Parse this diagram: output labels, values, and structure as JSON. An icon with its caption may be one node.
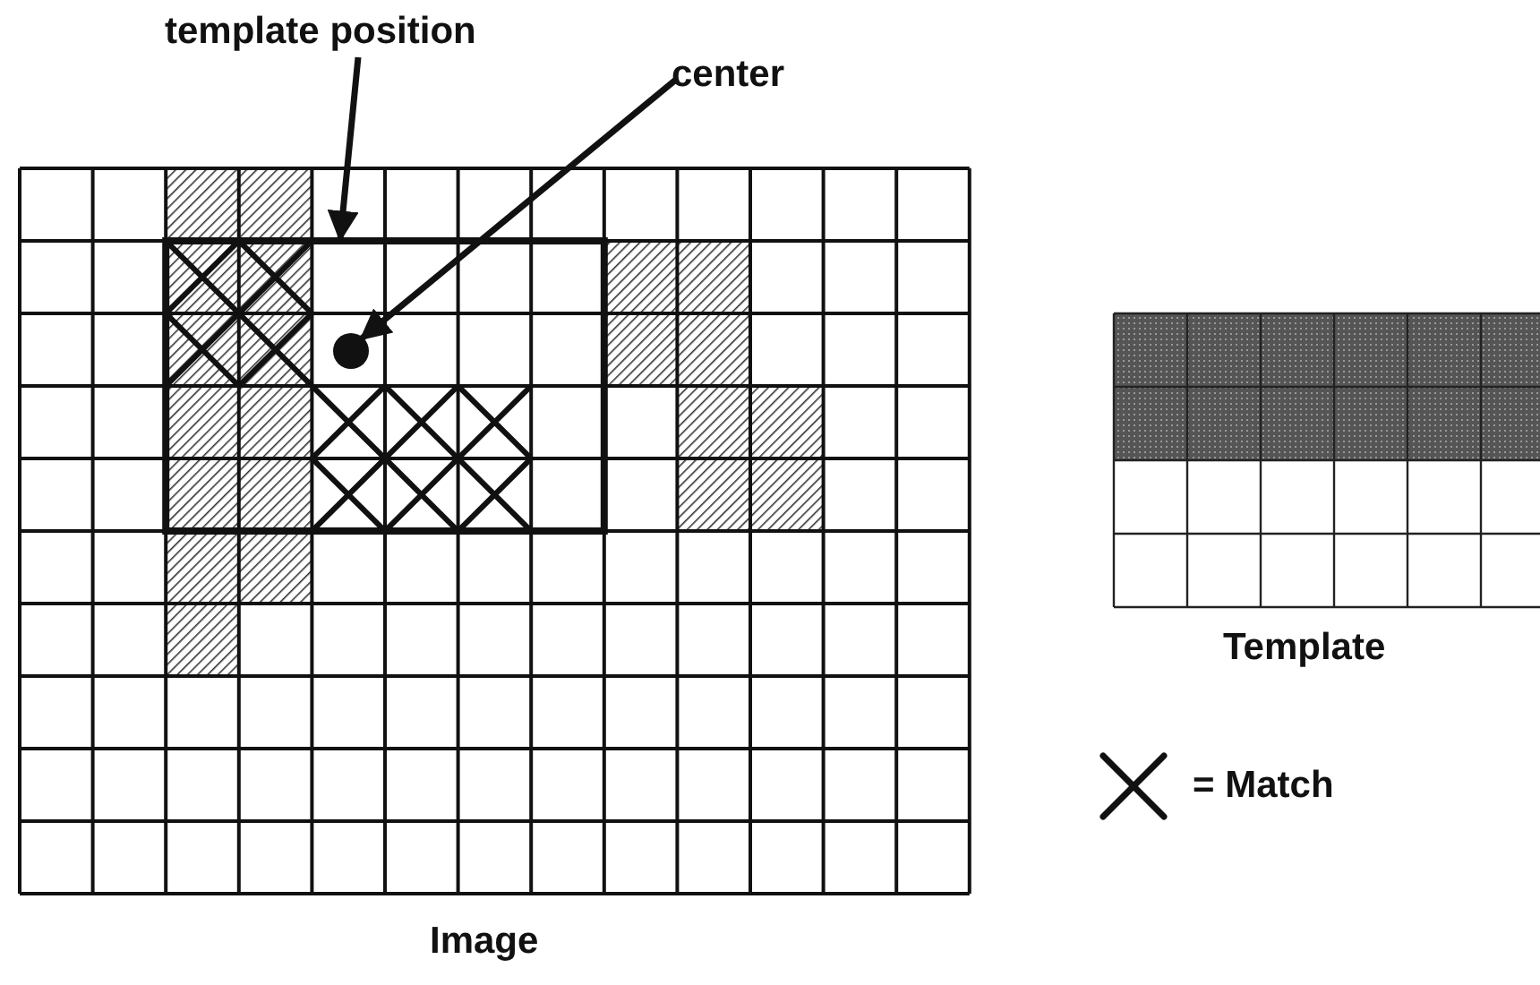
{
  "diagram": {
    "nodes": [
      {
        "text": [
          "template position"
        ]
      },
      {
        "text": [
          "center"
        ]
      },
      {
        "text": [],
        "shape": "box"
      },
      {
        "text": [],
        "shape": "circle",
        "in": 2
      }
    ],
    "edges": [
      {
        "from": 0,
        "to": 2,
        "arrow": "to"
      },
      {
        "from": 1,
        "to": 3,
        "arrow": "to"
      }
    ],
    "labels": [
      "Image",
      "Template"
    ],
    "legend": [
      {
        "text": "= Match"
      }
    ]
  }
}
